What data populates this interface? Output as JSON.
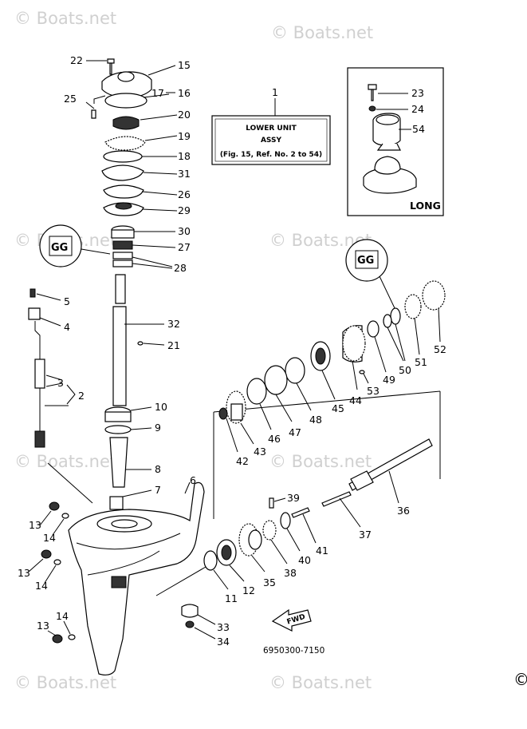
{
  "watermarks": [
    "© Boats.net",
    "© Boats.net",
    "© Boats.net",
    "© Boats.net",
    "© Boats.net",
    "© Boats.net",
    "© Boats.net",
    "© Boats.net"
  ],
  "assy_box": {
    "ref_number": "1",
    "line1": "LOWER UNIT",
    "line2": "ASSY",
    "line3": "(Fig. 15, Ref. No. 2 to 54)"
  },
  "long_box": {
    "label": "LONG",
    "callouts": [
      "23",
      "24",
      "54"
    ]
  },
  "fwd_label": "FWD",
  "part_code": "6950300-7150",
  "copyright_symbol": "©",
  "callouts": {
    "c22": "22",
    "c15": "15",
    "c25": "25",
    "c17": "17",
    "c16": "16",
    "c20": "20",
    "c19": "19",
    "c18": "18",
    "c31": "31",
    "c26": "26",
    "c29": "29",
    "c30": "30",
    "c27": "27",
    "c28": "28",
    "c5": "5",
    "c4": "4",
    "c32": "32",
    "c21": "21",
    "c3": "3",
    "c2": "2",
    "c10": "10",
    "c9": "9",
    "c8": "8",
    "c7": "7",
    "c6": "6",
    "c13a": "13",
    "c14a": "14",
    "c13b": "13",
    "c14b": "14",
    "c13c": "13",
    "c14c": "14",
    "c52": "52",
    "c51": "51",
    "c50": "50",
    "c49": "49",
    "c53": "53",
    "c44": "44",
    "c45": "45",
    "c48": "48",
    "c47": "47",
    "c46": "46",
    "c43": "43",
    "c42": "42",
    "c36": "36",
    "c39": "39",
    "c37": "37",
    "c41": "41",
    "c40": "40",
    "c38": "38",
    "c35": "35",
    "c12": "12",
    "c11": "11",
    "c33": "33",
    "c34": "34"
  }
}
